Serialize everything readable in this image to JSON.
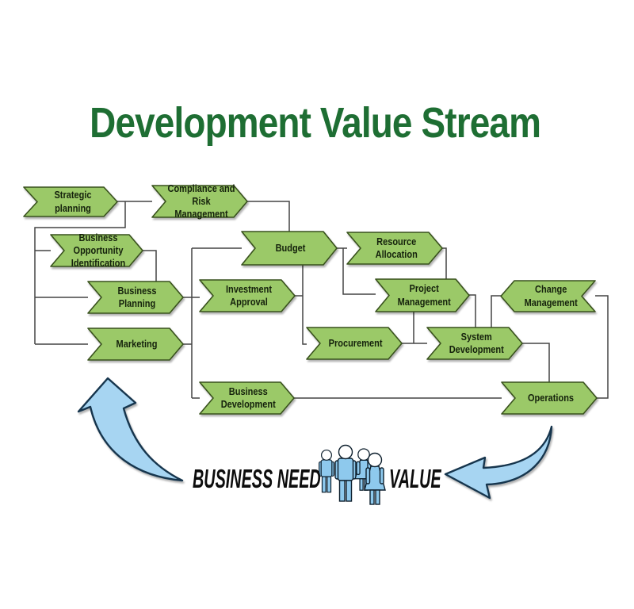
{
  "title": "Development Value Stream",
  "diagram": {
    "boxes": [
      {
        "id": "strategic-planning",
        "label": "Strategic planning"
      },
      {
        "id": "compliance-risk",
        "label": "Compliance and Risk\nManagement"
      },
      {
        "id": "business-opportunity",
        "label": "Business Opportunity\nIdentification"
      },
      {
        "id": "budget",
        "label": "Budget"
      },
      {
        "id": "resource-allocation",
        "label": "Resource\nAllocation"
      },
      {
        "id": "business-planning",
        "label": "Business Planning"
      },
      {
        "id": "investment-approval",
        "label": "Investment\nApproval"
      },
      {
        "id": "project-management",
        "label": "Project\nManagement"
      },
      {
        "id": "marketing",
        "label": "Marketing"
      },
      {
        "id": "procurement",
        "label": "Procurement"
      },
      {
        "id": "system-development",
        "label": "System\nDevelopment"
      },
      {
        "id": "change-management",
        "label": "Change\nManagement"
      },
      {
        "id": "business-development",
        "label": "Business\nDevelopment"
      },
      {
        "id": "operations",
        "label": "Operations"
      }
    ],
    "flow": {
      "business_need": "BUSINESS NEED",
      "value": "VALUE"
    },
    "colors": {
      "title": "#1e6e33",
      "box_fill": "#9bc968",
      "box_border": "#39511f",
      "connector": "#444444",
      "arrow_fill": "#a7d5f2",
      "arrow_border": "#17364e",
      "people_fill": "#8ec9ed"
    }
  }
}
